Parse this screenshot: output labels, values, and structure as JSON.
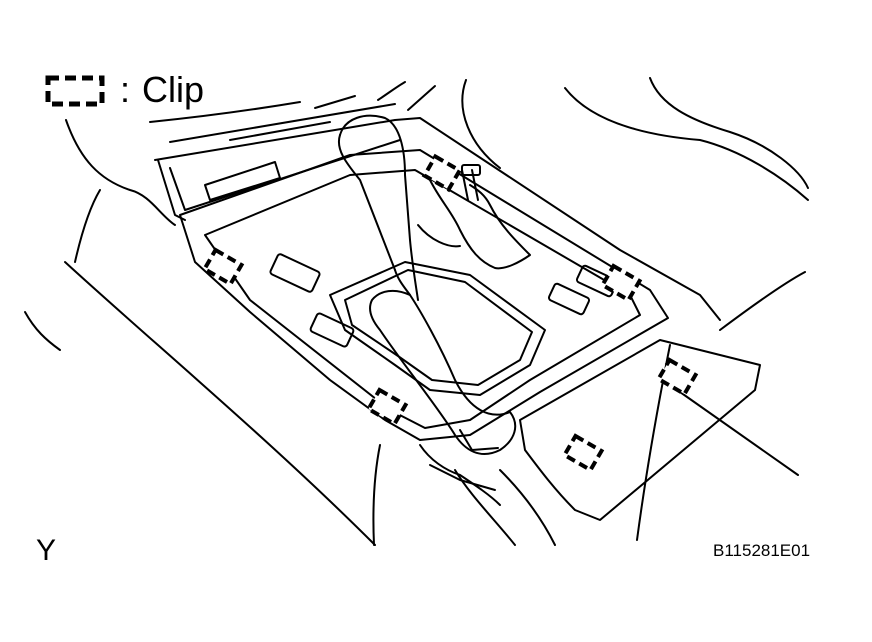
{
  "legend": {
    "symbol_name": "clip-symbol",
    "colon": ":",
    "label": "Clip"
  },
  "view_label": "Y",
  "figure_code": "B115281E01",
  "colors": {
    "line": "#000000",
    "background": "#ffffff"
  }
}
